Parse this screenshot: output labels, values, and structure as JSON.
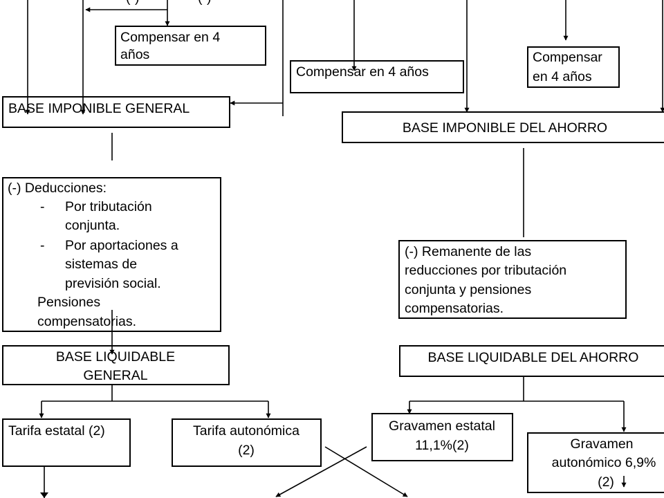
{
  "top_fragments": {
    "left": "(-)",
    "right": "(-)"
  },
  "boxes": {
    "compensar_1": [
      "Compensar en 4",
      "años"
    ],
    "compensar_2": "Compensar en 4 años",
    "compensar_3": [
      "Compensar",
      "en 4 años"
    ],
    "base_imponible_general": "BASE IMPONIBLE GENERAL",
    "base_imponible_ahorro": "BASE IMPONIBLE DEL AHORRO",
    "deducciones": {
      "title": "(-) Deducciones:",
      "item1": [
        "Por tributación",
        "conjunta."
      ],
      "item2": [
        "Por aportaciones a",
        "sistemas de",
        "previsión social."
      ],
      "tail": [
        "Pensiones",
        "compensatorias."
      ]
    },
    "remanente": [
      "(-) Remanente de las",
      "reducciones por tributación",
      "conjunta y pensiones",
      "compensatorias."
    ],
    "base_liquidable_general": [
      "BASE LIQUIDABLE",
      "GENERAL"
    ],
    "base_liquidable_ahorro": "BASE LIQUIDABLE DEL AHORRO",
    "tarifa_estatal": "Tarifa estatal (2)",
    "tarifa_autonomica": [
      "Tarifa autonómica",
      "(2)"
    ],
    "gravamen_estatal": [
      "Gravamen estatal",
      "11,1%(2)"
    ],
    "gravamen_autonomico": [
      "Gravamen",
      "autonómico 6,9%",
      "(2)"
    ]
  }
}
